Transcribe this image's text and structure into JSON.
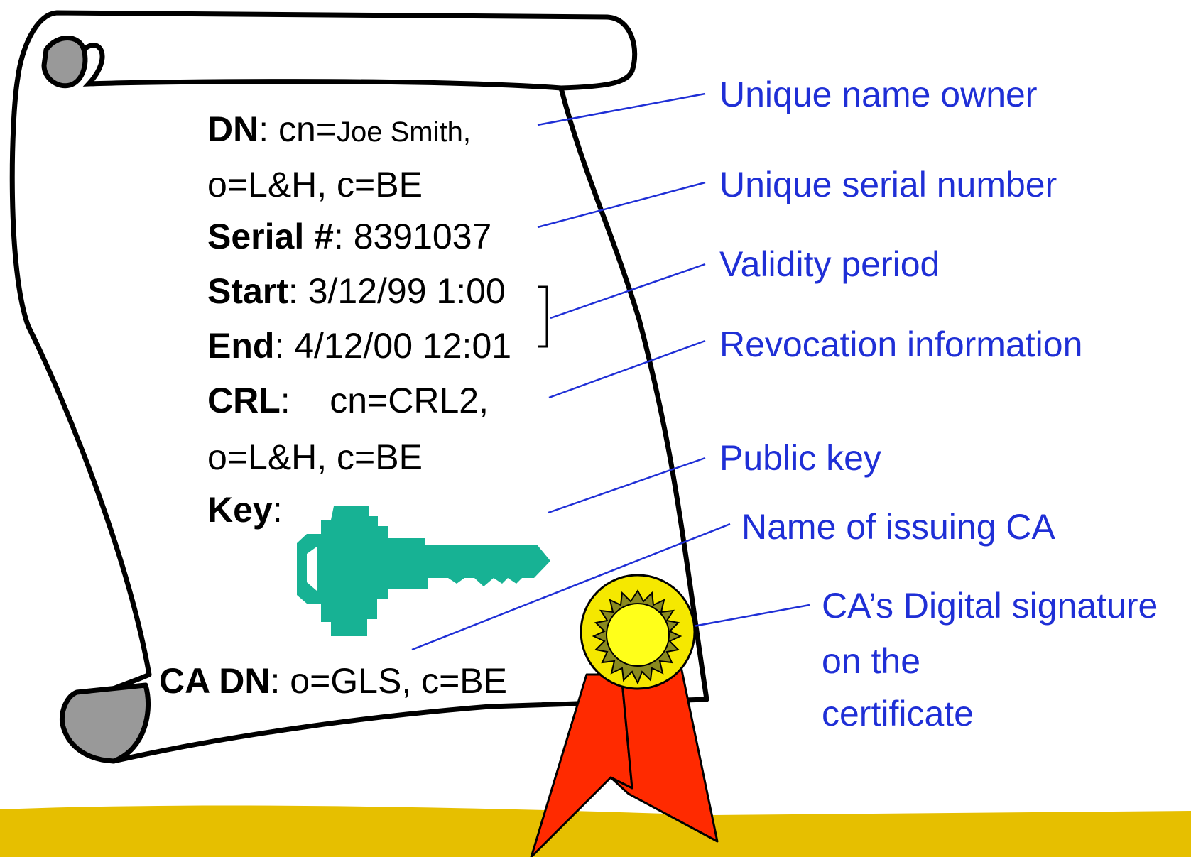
{
  "certificate": {
    "dn_label": "DN",
    "dn_value_prefix": ": cn=",
    "dn_value_name": "Joe Smith,",
    "dn_line2": "o=L&H, c=BE",
    "serial_label": "Serial #",
    "serial_value": ": 8391037",
    "start_label": "Start",
    "start_value": ": 3/12/99 1:00",
    "end_label": "End",
    "end_value": ": 4/12/00 12:01",
    "crl_label": "CRL",
    "crl_value": ":    cn=CRL2,",
    "crl_line2": "o=L&H, c=BE",
    "key_label": "Key",
    "key_value": ":",
    "ca_dn_label": "CA DN",
    "ca_dn_value": ": o=GLS, c=BE"
  },
  "annotations": {
    "unique_name": "Unique name owner",
    "unique_serial": "Unique serial number",
    "validity": "Validity period",
    "revocation": "Revocation information",
    "public_key": "Public key",
    "issuing_ca": "Name of issuing CA",
    "signature_line1": "CA’s Digital signature",
    "signature_line2": "on the",
    "signature_line3": "certificate"
  },
  "colors": {
    "annotation_text": "#1f2fd6",
    "key": "#17b294",
    "ribbon": "#ff2a00",
    "seal_outer": "#f5e800",
    "seal_ring": "#8a8a1e",
    "seal_inner": "#ffff1a",
    "ground": "#e6bf00",
    "scroll_curl": "#999999"
  },
  "icons": {
    "scroll": "scroll-icon",
    "key": "key-icon",
    "seal": "seal-ribbon-icon"
  }
}
